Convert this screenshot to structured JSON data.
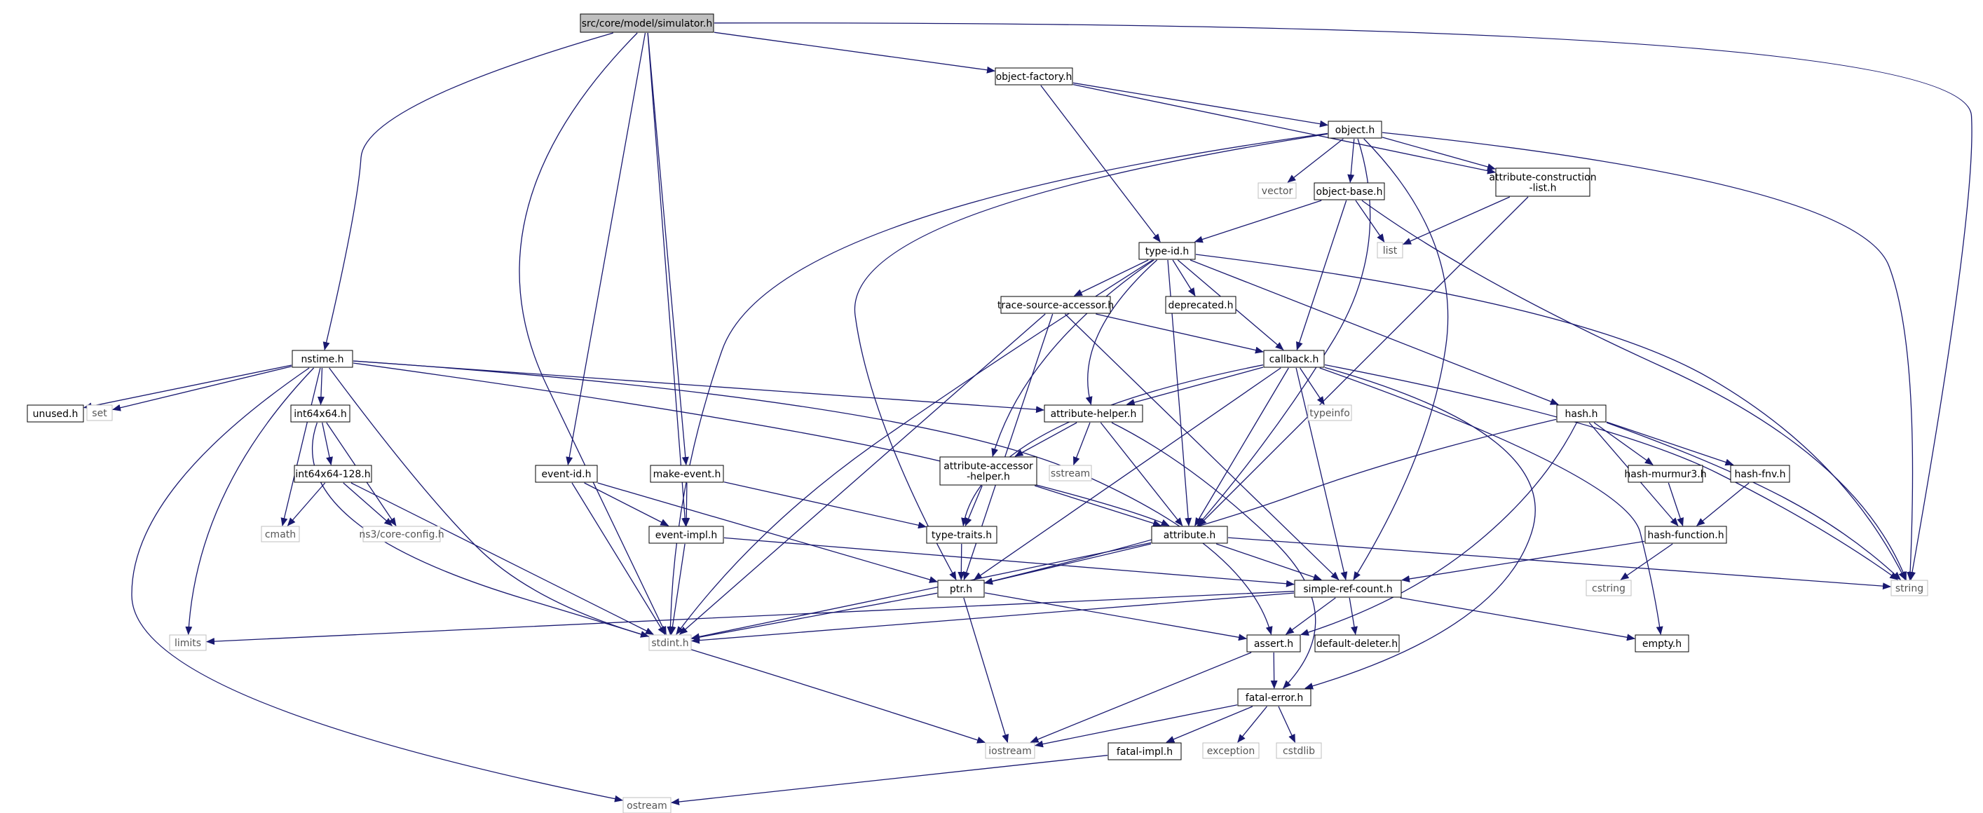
{
  "nodes": [
    {
      "id": "simulator",
      "label": "src/core/model/simulator.h",
      "style": "root"
    },
    {
      "id": "object_factory",
      "label": "object-factory.h",
      "style": "doc"
    },
    {
      "id": "string",
      "label": "string",
      "style": "sys"
    },
    {
      "id": "object",
      "label": "object.h",
      "style": "doc"
    },
    {
      "id": "vector",
      "label": "vector",
      "style": "sys"
    },
    {
      "id": "object_base",
      "label": "object-base.h",
      "style": "doc"
    },
    {
      "id": "attr_construction",
      "label": "attribute-construction\n-list.h",
      "style": "doc"
    },
    {
      "id": "list",
      "label": "list",
      "style": "sys"
    },
    {
      "id": "type_id",
      "label": "type-id.h",
      "style": "doc"
    },
    {
      "id": "trace_source",
      "label": "trace-source-accessor.h",
      "style": "doc"
    },
    {
      "id": "deprecated",
      "label": "deprecated.h",
      "style": "doc"
    },
    {
      "id": "callback",
      "label": "callback.h",
      "style": "doc"
    },
    {
      "id": "nstime",
      "label": "nstime.h",
      "style": "doc"
    },
    {
      "id": "unused",
      "label": "unused.h",
      "style": "doc"
    },
    {
      "id": "set",
      "label": "set",
      "style": "sys"
    },
    {
      "id": "int64x64",
      "label": "int64x64.h",
      "style": "doc"
    },
    {
      "id": "int64x64_128",
      "label": "int64x64-128.h",
      "style": "doc"
    },
    {
      "id": "cmath",
      "label": "cmath",
      "style": "sys"
    },
    {
      "id": "core_config",
      "label": "ns3/core-config.h",
      "style": "sys"
    },
    {
      "id": "limits",
      "label": "limits",
      "style": "sys"
    },
    {
      "id": "stdint",
      "label": "stdint.h",
      "style": "sys"
    },
    {
      "id": "event_id",
      "label": "event-id.h",
      "style": "doc"
    },
    {
      "id": "make_event",
      "label": "make-event.h",
      "style": "doc"
    },
    {
      "id": "event_impl",
      "label": "event-impl.h",
      "style": "doc"
    },
    {
      "id": "type_traits",
      "label": "type-traits.h",
      "style": "doc"
    },
    {
      "id": "attr_helper",
      "label": "attribute-helper.h",
      "style": "doc"
    },
    {
      "id": "sstream",
      "label": "sstream",
      "style": "sys"
    },
    {
      "id": "attr_accessor",
      "label": "attribute-accessor\n-helper.h",
      "style": "doc"
    },
    {
      "id": "typeinfo",
      "label": "typeinfo",
      "style": "sys"
    },
    {
      "id": "attribute",
      "label": "attribute.h",
      "style": "doc"
    },
    {
      "id": "ptr",
      "label": "ptr.h",
      "style": "doc"
    },
    {
      "id": "simple_ref",
      "label": "simple-ref-count.h",
      "style": "doc"
    },
    {
      "id": "hash",
      "label": "hash.h",
      "style": "doc"
    },
    {
      "id": "hash_murmur3",
      "label": "hash-murmur3.h",
      "style": "doc"
    },
    {
      "id": "hash_fnv",
      "label": "hash-fnv.h",
      "style": "doc"
    },
    {
      "id": "hash_function",
      "label": "hash-function.h",
      "style": "doc"
    },
    {
      "id": "cstring",
      "label": "cstring",
      "style": "sys"
    },
    {
      "id": "assert",
      "label": "assert.h",
      "style": "doc"
    },
    {
      "id": "default_deleter",
      "label": "default-deleter.h",
      "style": "doc"
    },
    {
      "id": "empty",
      "label": "empty.h",
      "style": "doc"
    },
    {
      "id": "fatal_error",
      "label": "fatal-error.h",
      "style": "doc"
    },
    {
      "id": "iostream",
      "label": "iostream",
      "style": "sys"
    },
    {
      "id": "exception",
      "label": "exception",
      "style": "sys"
    },
    {
      "id": "cstdlib",
      "label": "cstdlib",
      "style": "sys"
    },
    {
      "id": "fatal_impl",
      "label": "fatal-impl.h",
      "style": "doc"
    },
    {
      "id": "ostream",
      "label": "ostream",
      "style": "sys"
    }
  ],
  "edges": [
    [
      "simulator",
      "object_factory"
    ],
    [
      "simulator",
      "string"
    ],
    [
      "simulator",
      "nstime"
    ],
    [
      "simulator",
      "stdint"
    ],
    [
      "simulator",
      "event_id"
    ],
    [
      "simulator",
      "event_impl"
    ],
    [
      "simulator",
      "make_event"
    ],
    [
      "object_factory",
      "object"
    ],
    [
      "object_factory",
      "type_id"
    ],
    [
      "object_factory",
      "attr_construction"
    ],
    [
      "object",
      "vector"
    ],
    [
      "object",
      "object_base"
    ],
    [
      "object",
      "attr_construction"
    ],
    [
      "object",
      "string"
    ],
    [
      "object",
      "stdint"
    ],
    [
      "object",
      "ptr"
    ],
    [
      "object",
      "attribute"
    ],
    [
      "object",
      "simple_ref"
    ],
    [
      "object_base",
      "type_id"
    ],
    [
      "object_base",
      "list"
    ],
    [
      "object_base",
      "callback"
    ],
    [
      "object_base",
      "string"
    ],
    [
      "attr_construction",
      "list"
    ],
    [
      "attr_construction",
      "attribute"
    ],
    [
      "type_id",
      "trace_source"
    ],
    [
      "type_id",
      "deprecated"
    ],
    [
      "type_id",
      "callback"
    ],
    [
      "type_id",
      "hash"
    ],
    [
      "type_id",
      "string"
    ],
    [
      "type_id",
      "attr_helper"
    ],
    [
      "type_id",
      "attr_accessor"
    ],
    [
      "type_id",
      "attribute"
    ],
    [
      "type_id",
      "stdint"
    ],
    [
      "trace_source",
      "callback"
    ],
    [
      "trace_source",
      "ptr"
    ],
    [
      "trace_source",
      "simple_ref"
    ],
    [
      "trace_source",
      "stdint"
    ],
    [
      "callback",
      "attr_helper"
    ],
    [
      "callback",
      "typeinfo"
    ],
    [
      "callback",
      "attribute"
    ],
    [
      "callback",
      "ptr"
    ],
    [
      "callback",
      "simple_ref"
    ],
    [
      "callback",
      "type_traits"
    ],
    [
      "callback",
      "empty"
    ],
    [
      "callback",
      "fatal_error"
    ],
    [
      "callback",
      "string"
    ],
    [
      "nstime",
      "unused"
    ],
    [
      "nstime",
      "set"
    ],
    [
      "nstime",
      "int64x64"
    ],
    [
      "nstime",
      "cmath"
    ],
    [
      "nstime",
      "limits"
    ],
    [
      "nstime",
      "stdint"
    ],
    [
      "nstime",
      "ostream"
    ],
    [
      "nstime",
      "attr_helper"
    ],
    [
      "nstime",
      "attribute"
    ],
    [
      "nstime",
      "assert"
    ],
    [
      "int64x64",
      "int64x64_128"
    ],
    [
      "int64x64",
      "core_config"
    ],
    [
      "int64x64",
      "iostream"
    ],
    [
      "int64x64_128",
      "cmath"
    ],
    [
      "int64x64_128",
      "core_config"
    ],
    [
      "int64x64_128",
      "stdint"
    ],
    [
      "event_id",
      "event_impl"
    ],
    [
      "event_id",
      "ptr"
    ],
    [
      "event_id",
      "stdint"
    ],
    [
      "make_event",
      "event_impl"
    ],
    [
      "make_event",
      "type_traits"
    ],
    [
      "event_impl",
      "stdint"
    ],
    [
      "event_impl",
      "simple_ref"
    ],
    [
      "attr_helper",
      "attr_accessor"
    ],
    [
      "attr_helper",
      "sstream"
    ],
    [
      "attr_helper",
      "attribute"
    ],
    [
      "attr_helper",
      "fatal_error"
    ],
    [
      "attr_accessor",
      "type_traits"
    ],
    [
      "attr_accessor",
      "attribute"
    ],
    [
      "type_traits",
      "ptr"
    ],
    [
      "attribute",
      "ptr"
    ],
    [
      "attribute",
      "simple_ref"
    ],
    [
      "attribute",
      "string"
    ],
    [
      "attribute",
      "stdint"
    ],
    [
      "ptr",
      "assert"
    ],
    [
      "ptr",
      "iostream"
    ],
    [
      "ptr",
      "stdint"
    ],
    [
      "simple_ref",
      "assert"
    ],
    [
      "simple_ref",
      "default_deleter"
    ],
    [
      "simple_ref",
      "empty"
    ],
    [
      "simple_ref",
      "limits"
    ],
    [
      "simple_ref",
      "stdint"
    ],
    [
      "hash",
      "hash_murmur3"
    ],
    [
      "hash",
      "hash_fnv"
    ],
    [
      "hash",
      "hash_function"
    ],
    [
      "hash",
      "string"
    ],
    [
      "hash",
      "assert"
    ],
    [
      "hash",
      "ptr"
    ],
    [
      "hash_murmur3",
      "hash_function"
    ],
    [
      "hash_fnv",
      "hash_function"
    ],
    [
      "hash_function",
      "cstring"
    ],
    [
      "hash_function",
      "simple_ref"
    ],
    [
      "assert",
      "fatal_error"
    ],
    [
      "assert",
      "iostream"
    ],
    [
      "fatal_error",
      "iostream"
    ],
    [
      "fatal_error",
      "exception"
    ],
    [
      "fatal_error",
      "cstdlib"
    ],
    [
      "fatal_error",
      "fatal_impl"
    ],
    [
      "fatal_impl",
      "ostream"
    ]
  ],
  "colors": {
    "edge": "#191970",
    "doc_border": "#000000",
    "sys_border": "#bfbfbf",
    "root_fill": "#bfbfbf",
    "node_fill": "#ffffff",
    "sys_text": "#555555"
  }
}
